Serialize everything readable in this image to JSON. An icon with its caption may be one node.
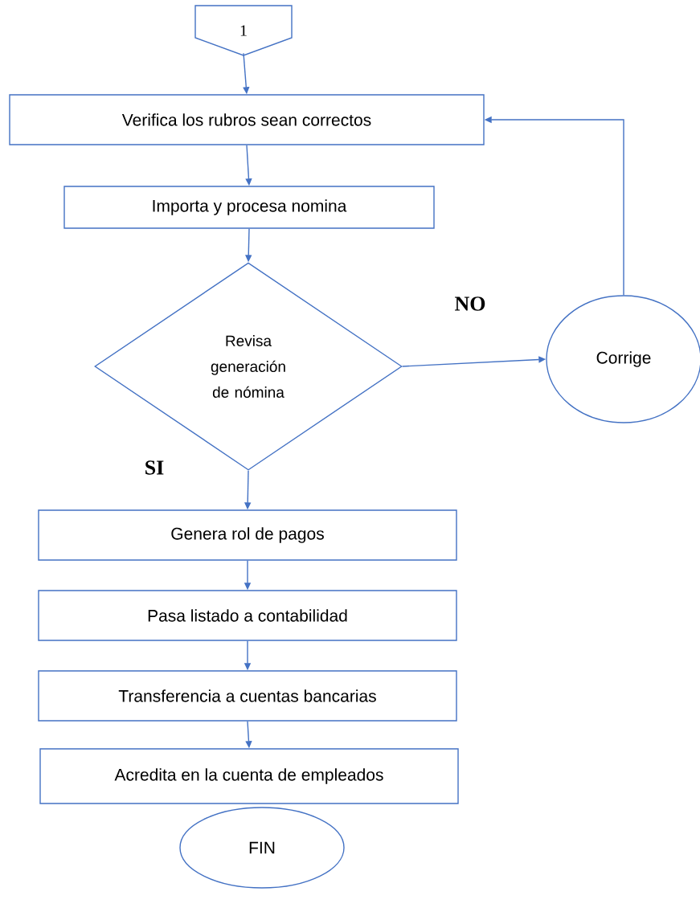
{
  "diagram": {
    "nodes": [
      {
        "text": [
          "1"
        ]
      },
      {
        "text": [
          "Verifica los rubros sean correctos"
        ]
      },
      {
        "text": [
          "Importa y procesa nomina"
        ]
      },
      {
        "text": [
          "Revisa generación de nómina"
        ]
      },
      {
        "text": [
          "Corrige"
        ]
      },
      {
        "text": [
          "Genera rol de pagos"
        ]
      },
      {
        "text": [
          "Pasa listado a contabilidad"
        ]
      },
      {
        "text": [
          "Transferencia a cuentas bancarias"
        ]
      },
      {
        "text": [
          "Acredita en la cuenta de empleados"
        ]
      },
      {
        "text": [
          "FIN"
        ]
      }
    ],
    "edges": [
      {
        "from": 0,
        "to": 1,
        "arrow": "to"
      },
      {
        "from": 1,
        "to": 2,
        "arrow": "to"
      },
      {
        "from": 2,
        "to": 3,
        "arrow": "to"
      },
      {
        "from": 3,
        "to": 4,
        "label": "NO",
        "arrow": "to"
      },
      {
        "from": 4,
        "to": 1,
        "arrow": "to"
      },
      {
        "from": 3,
        "to": 5,
        "label": "SI",
        "arrow": "to"
      },
      {
        "from": 5,
        "to": 6,
        "arrow": "to"
      },
      {
        "from": 6,
        "to": 7,
        "arrow": "to"
      },
      {
        "from": 7,
        "to": 8,
        "arrow": "to"
      }
    ]
  }
}
